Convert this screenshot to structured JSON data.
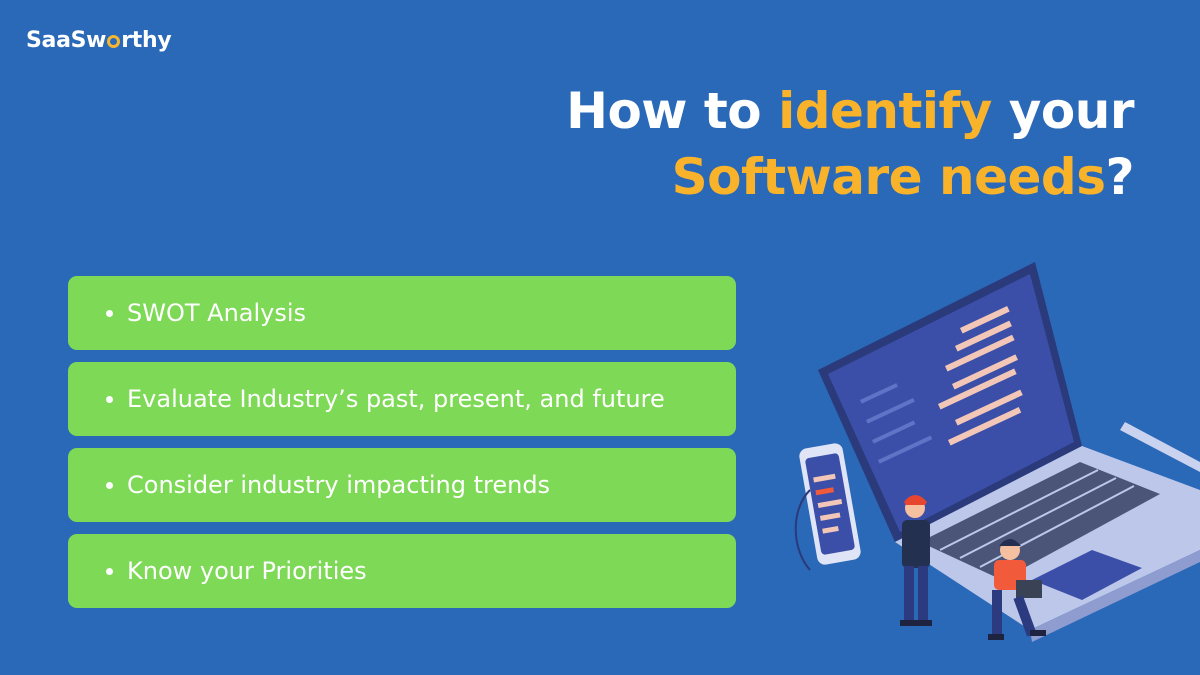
{
  "brand": {
    "prefix": "SaaSw",
    "suffix": "rthy",
    "accent": "#f5b731"
  },
  "headline": {
    "line1_before": "How to ",
    "line1_highlight": "identify",
    "line1_after": " your",
    "line2_highlight": "Software needs",
    "line2_after": "?",
    "text_color": "#ffffff",
    "highlight_color": "#f9b32b"
  },
  "items": [
    {
      "label": "SWOT Analysis"
    },
    {
      "label": "Evaluate Industry’s past, present, and future"
    },
    {
      "label": "Consider industry impacting trends"
    },
    {
      "label": "Know your Priorities"
    }
  ],
  "colors": {
    "background": "#2a68b8",
    "item_background": "#7ed957",
    "laptop_screen": "#3b4fa8",
    "code_line": "#f3c7b7",
    "person_shirt": "#f25a3c",
    "person_hair": "#e8452e"
  },
  "icons": {
    "illustration": "laptop-with-phone-and-people-illustration"
  }
}
